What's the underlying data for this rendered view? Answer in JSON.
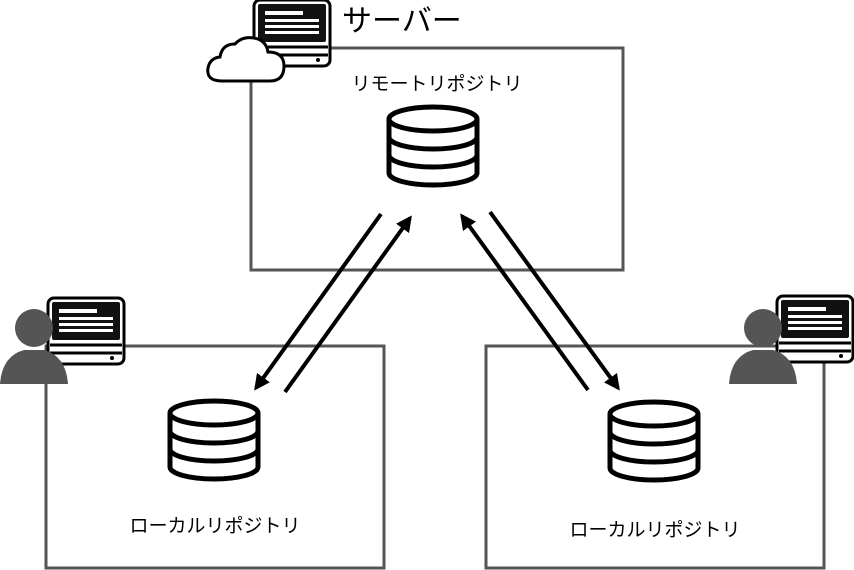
{
  "title": "サーバー",
  "remote_repo": {
    "label": "リモートリポジトリ"
  },
  "local_repos": [
    {
      "label": "ローカルリポジトリ"
    },
    {
      "label": "ローカルリポジトリ"
    }
  ],
  "icons": [
    "cloud-icon",
    "computer-icon",
    "user-icon",
    "database-icon",
    "arrow-icon"
  ]
}
